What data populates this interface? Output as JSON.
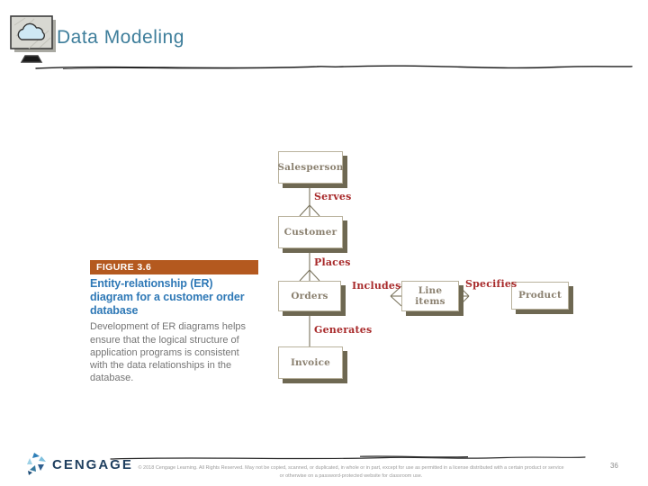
{
  "header": {
    "title": "Data Modeling"
  },
  "figure": {
    "label": "FIGURE 3.6",
    "heading": "Entity-relationship (ER) diagram for a customer order database",
    "body": "Development of ER diagrams helps ensure that the logical structure of application programs is consistent with the data relationships in the database."
  },
  "diagram": {
    "entities": [
      {
        "id": "salesperson",
        "label": "Salesperson"
      },
      {
        "id": "customer",
        "label": "Customer"
      },
      {
        "id": "orders",
        "label": "Orders"
      },
      {
        "id": "invoice",
        "label": "Invoice"
      },
      {
        "id": "line-items",
        "label": "Line items"
      },
      {
        "id": "product",
        "label": "Product"
      }
    ],
    "relationships": [
      {
        "id": "serves",
        "label": "Serves",
        "from": "Salesperson",
        "to": "Customer"
      },
      {
        "id": "places",
        "label": "Places",
        "from": "Customer",
        "to": "Orders"
      },
      {
        "id": "includes",
        "label": "Includes",
        "from": "Orders",
        "to": "Line items"
      },
      {
        "id": "specifies",
        "label": "Specifies",
        "from": "Product",
        "to": "Line items"
      },
      {
        "id": "generates",
        "label": "Generates",
        "from": "Orders",
        "to": "Invoice"
      }
    ]
  },
  "footer": {
    "brand": "CENGAGE",
    "copyright_line1": "© 2018 Cengage Learning. All Rights Reserved. May not be copied, scanned, or duplicated, in whole or in part, except for use as permitted in a license distributed with a certain product or service",
    "copyright_line2": "or otherwise on a password-protected website for classroom use.",
    "page_number": "36"
  },
  "colors": {
    "title_teal": "#3e7e9b",
    "figure_bar_orange": "#b4591f",
    "heading_blue": "#2e78b6",
    "entity_text": "#8b8170",
    "relationship_red": "#a82a2b",
    "box_shadow_olive": "#6e6852",
    "connector_line": "#7a745e",
    "brand_navy": "#1f3f5f"
  }
}
